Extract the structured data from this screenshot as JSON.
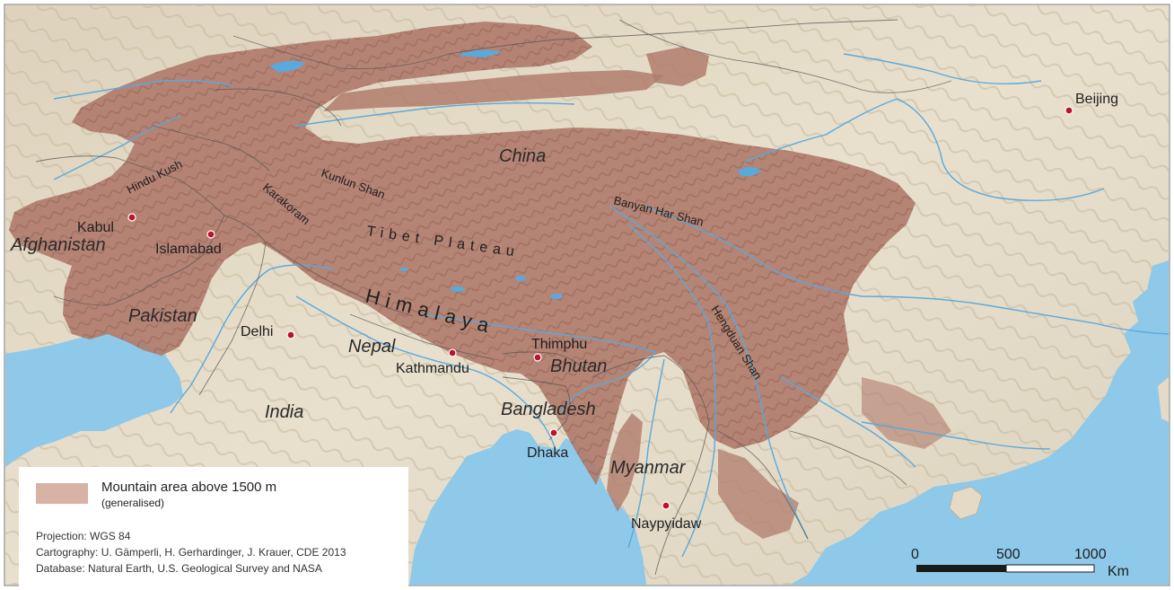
{
  "countries": [
    {
      "id": "china",
      "label": "China"
    },
    {
      "id": "afghanistan",
      "label": "Afghanistan"
    },
    {
      "id": "pakistan",
      "label": "Pakistan"
    },
    {
      "id": "nepal",
      "label": "Nepal"
    },
    {
      "id": "bhutan",
      "label": "Bhutan"
    },
    {
      "id": "india",
      "label": "India"
    },
    {
      "id": "bangladesh",
      "label": "Bangladesh"
    },
    {
      "id": "myanmar",
      "label": "Myanmar"
    }
  ],
  "cities": [
    {
      "id": "beijing",
      "label": "Beijing"
    },
    {
      "id": "kabul",
      "label": "Kabul"
    },
    {
      "id": "islamabad",
      "label": "Islamabad"
    },
    {
      "id": "delhi",
      "label": "Delhi"
    },
    {
      "id": "kathmandu",
      "label": "Kathmandu"
    },
    {
      "id": "thimphu",
      "label": "Thimphu"
    },
    {
      "id": "dhaka",
      "label": "Dhaka"
    },
    {
      "id": "naypyidaw",
      "label": "Naypyidaw"
    }
  ],
  "ranges": [
    {
      "id": "hindu-kush",
      "label": "Hindu Kush"
    },
    {
      "id": "karakoram",
      "label": "Karakoram"
    },
    {
      "id": "kunlun-shan",
      "label": "Kunlun Shan"
    },
    {
      "id": "banyan-har-shan",
      "label": "Banyan Har Shan"
    },
    {
      "id": "tibet-plateau",
      "label": "Tibet Plateau"
    },
    {
      "id": "himalaya",
      "label": "Himalaya"
    },
    {
      "id": "hengduan-shan",
      "label": "Hengduan Shan"
    }
  ],
  "legend": {
    "title": "Mountain area above 1500 m",
    "subtitle": "(generalised)",
    "projection": "Projection: WGS 84",
    "cartography": "Cartography: U. Gämperli, H. Gerhardinger, J. Krauer, CDE 2013",
    "database": "Database: Natural Earth, U.S. Geological Survey and NASA"
  },
  "scale_bar": {
    "ticks": [
      "0",
      "500",
      "1000"
    ],
    "unit": "Km"
  },
  "colors": {
    "sea": "#8ec9ea",
    "land": "#e6ddc9",
    "mountain": "#b07c6c",
    "river": "#5aa9dc",
    "city_dot": "#c0112b"
  }
}
